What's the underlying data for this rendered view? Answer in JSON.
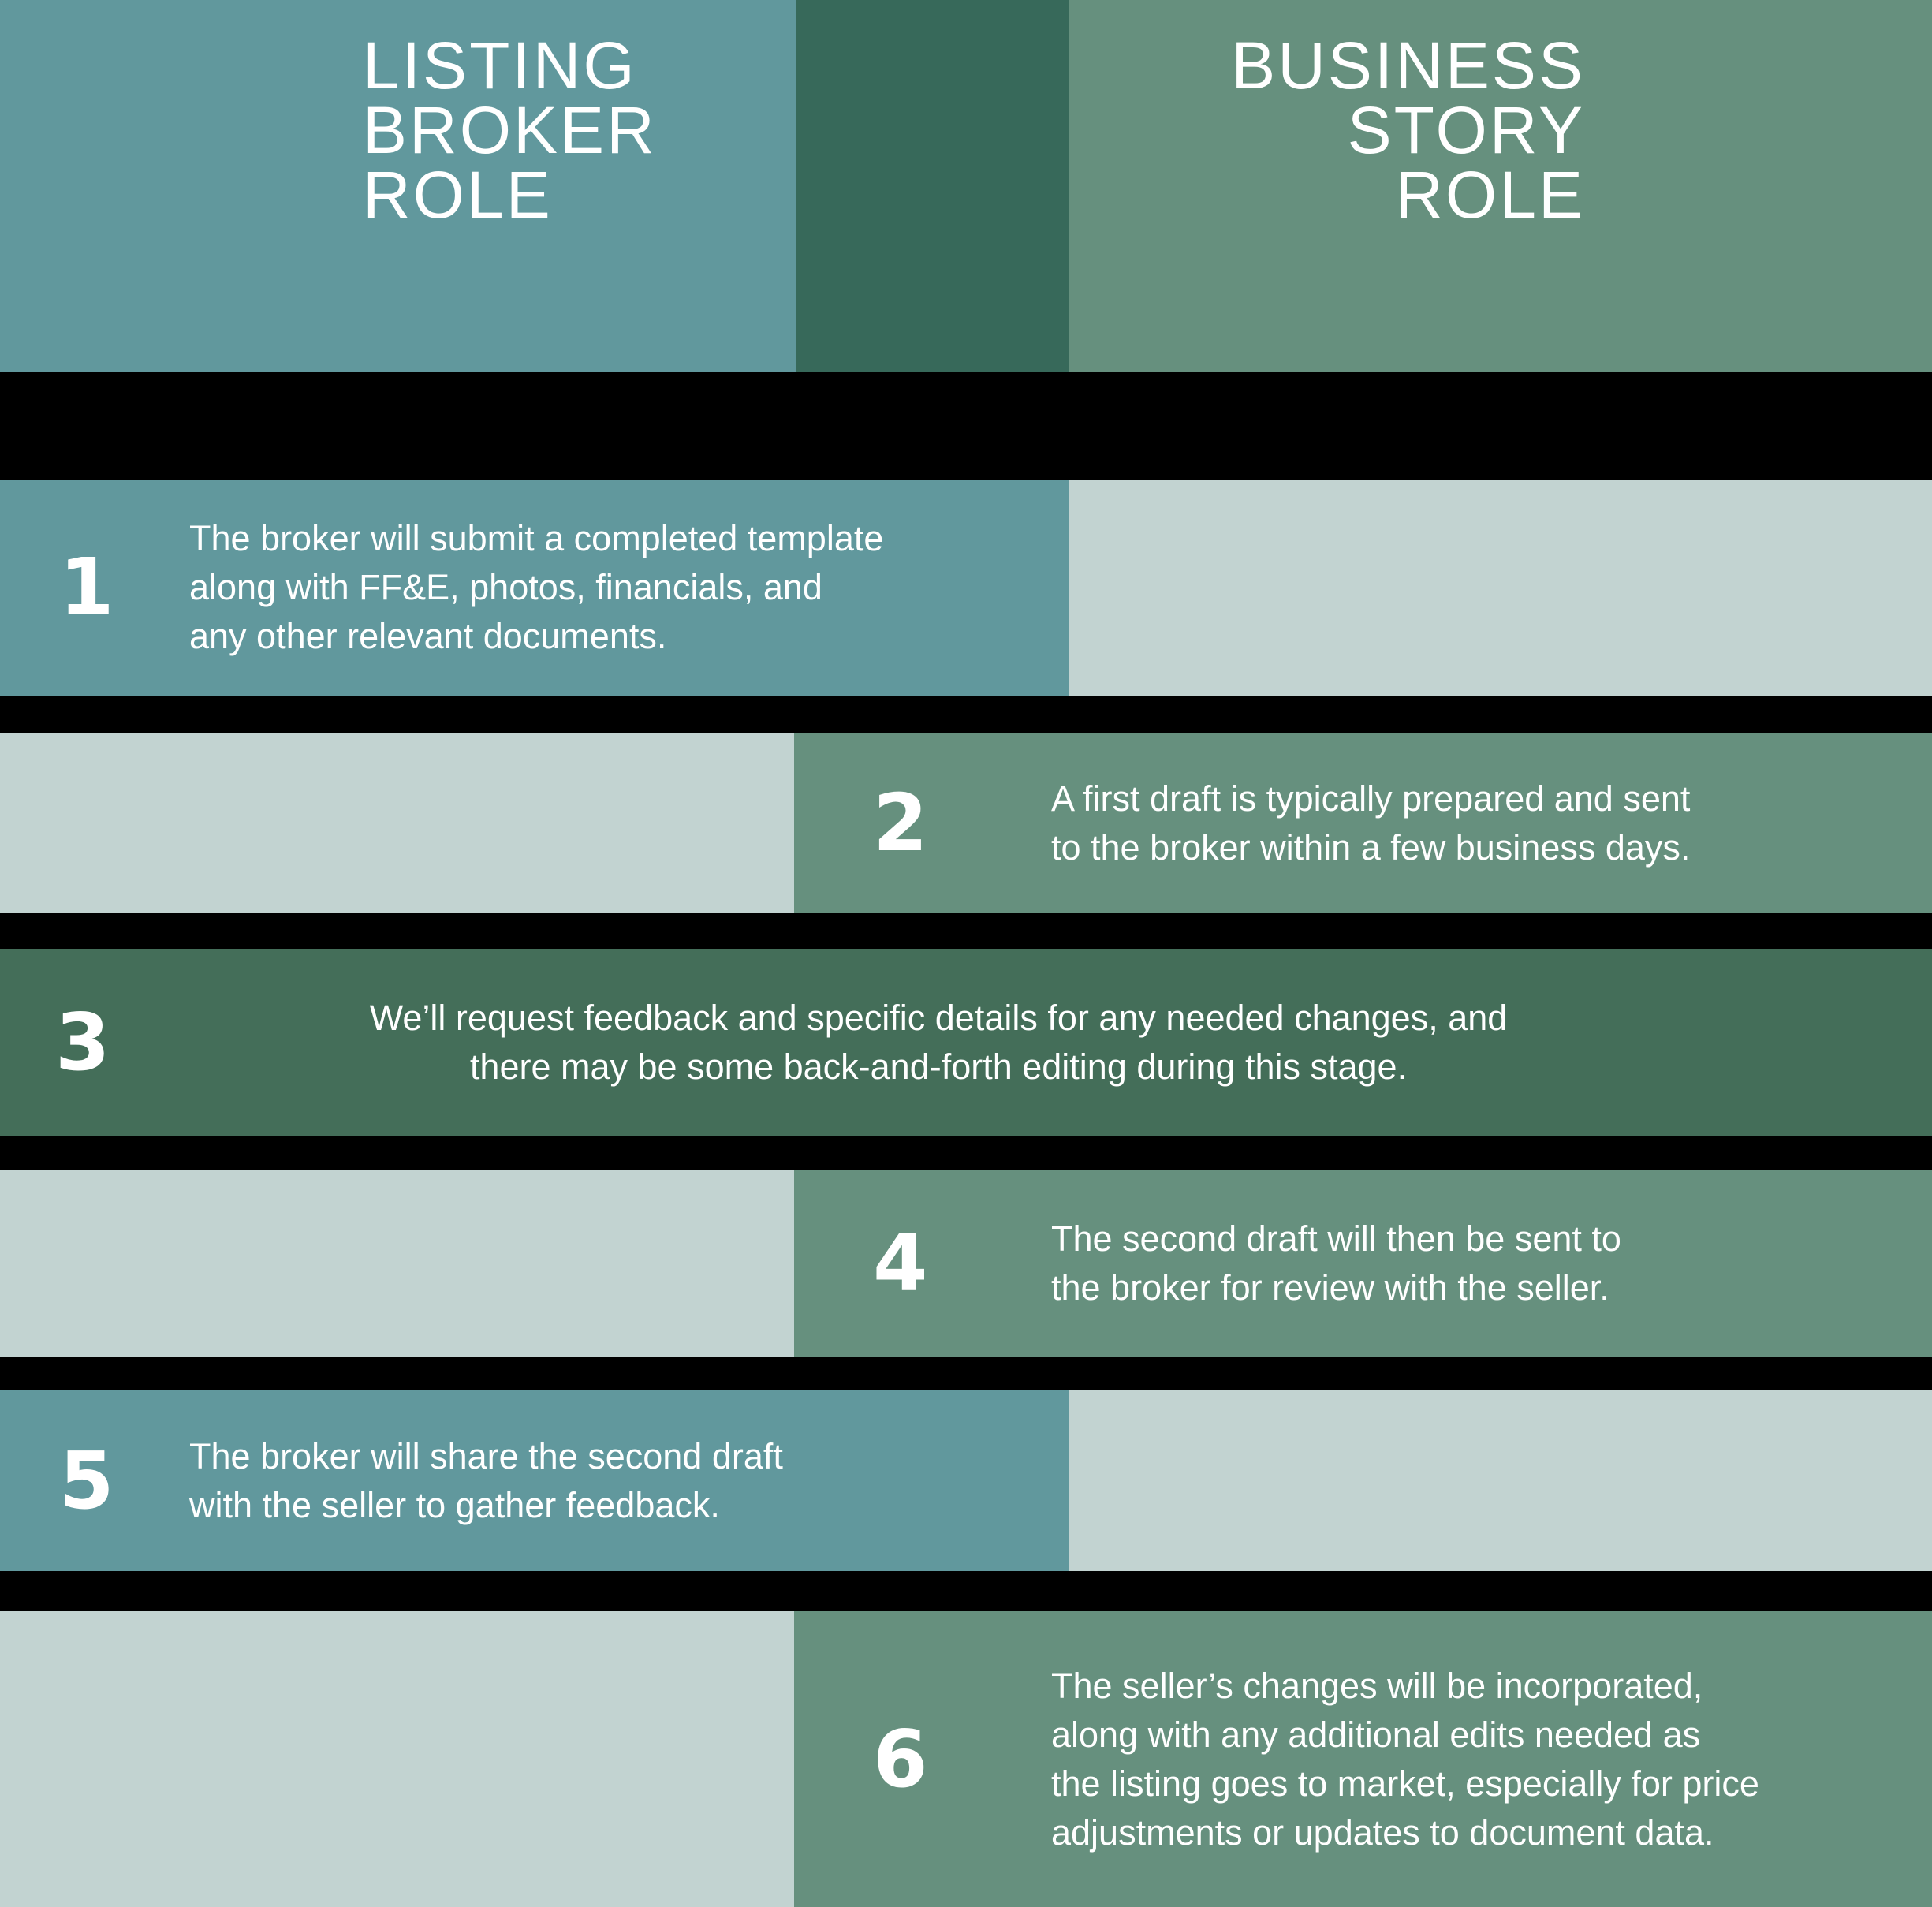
{
  "header": {
    "left": {
      "title": "LISTING\nBROKER\nROLE"
    },
    "right": {
      "title": "BUSINESS\nSTORY\nROLE"
    }
  },
  "steps": [
    {
      "num": "1",
      "column": "listing-broker",
      "text": "The broker will submit a completed template\nalong with FF&E, photos, financials, and\nany other relevant documents."
    },
    {
      "num": "2",
      "column": "business-story",
      "text": "A first draft is typically prepared and sent\nto the broker within a few business days."
    },
    {
      "num": "3",
      "column": "both",
      "text": "We’ll request feedback and specific details for any needed changes, and\nthere may be some back-and-forth editing during this stage."
    },
    {
      "num": "4",
      "column": "business-story",
      "text": "The second draft will then be sent to\nthe broker for review with the seller."
    },
    {
      "num": "5",
      "column": "listing-broker",
      "text": "The broker will share the second draft\nwith the seller to gather feedback."
    },
    {
      "num": "6",
      "column": "business-story",
      "text": "The seller’s changes will be incorporated,\nalong with any additional edits needed as\nthe listing goes to market, especially for price\nadjustments or updates to document data."
    }
  ],
  "colors": {
    "teal": "#61989d",
    "green": "#66907e",
    "green_dark": "#446e59",
    "header_dark": "#37695a",
    "light": "#c2d3d1",
    "separator": "#000000",
    "text": "#ffffff"
  }
}
